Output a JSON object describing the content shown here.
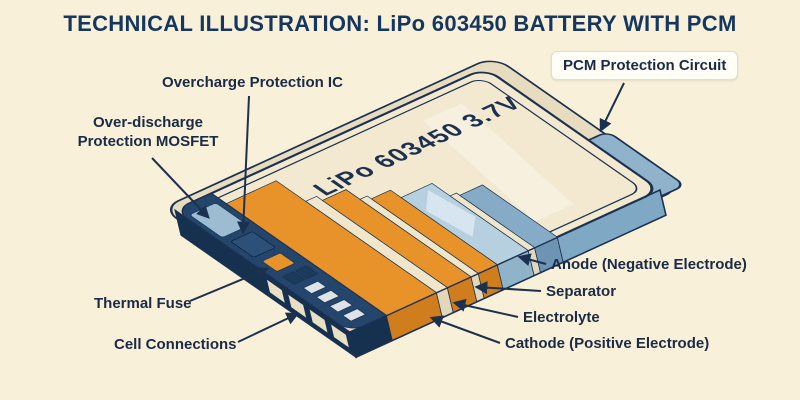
{
  "title": "TECHNICAL ILLUSTRATION: LiPo 603450 BATTERY WITH PCM",
  "battery": {
    "marking": "LiPo 603450 3.7V"
  },
  "labels": {
    "overcharge_ic": "Overcharge Protection IC",
    "pcm_circuit": "PCM Protection Circuit",
    "mosfet": "Over-discharge Protection MOSFET",
    "thermal_fuse": "Thermal Fuse",
    "cell_connections": "Cell Connections",
    "anode": "Anode (Negative Electrode)",
    "separator": "Separator",
    "electrolyte": "Electrolyte",
    "cathode": "Cathode (Positive Electrode)"
  },
  "colors": {
    "background": "#f8f0d9",
    "outline": "#1c3150",
    "title_text": "#15375f",
    "label_text": "#1b2a45",
    "orange_layer": "#e8922a",
    "light_blue_layer": "#b7d0e0",
    "steel_blue_casing": "#7fa8c4",
    "pcb_navy": "#24466d",
    "pouch_cream": "#f2e9d0"
  }
}
